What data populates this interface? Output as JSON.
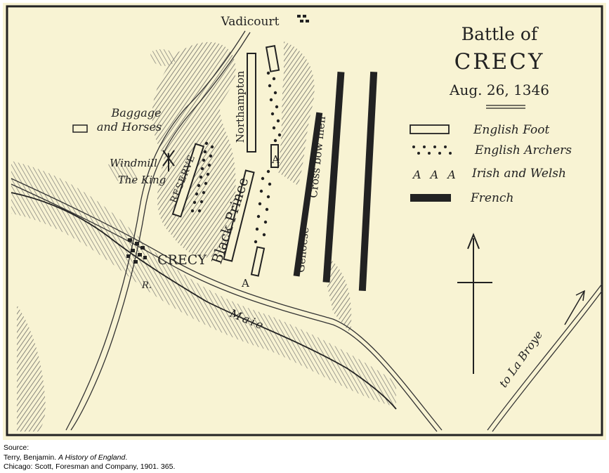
{
  "map": {
    "title_line1": "Battle of",
    "title_line2": "CRECY",
    "date": "Aug. 26, 1346",
    "places": {
      "vadicourt": "Vadicourt",
      "crecy": "CRECY",
      "la_broye": "to La Broye",
      "river_r": "R.",
      "river_maie": "Maie"
    },
    "units": {
      "baggage_line1": "Baggage",
      "baggage_line2": "and Horses",
      "windmill": "Windmill",
      "the_king": "The King",
      "reserve": "RESERVE",
      "black_prince": "Black Prince",
      "northampton": "Northampton",
      "genoese": "Genoese",
      "crossbowmen": "Cross bow men",
      "irish_a": "A"
    },
    "legend": {
      "english_foot": "English Foot",
      "english_archers": "English Archers",
      "irish_symbol": "A A A",
      "irish_welsh": "Irish and Welsh",
      "french": "French"
    },
    "colors": {
      "paper": "#f8f3d3",
      "ink": "#222222"
    }
  },
  "caption": {
    "line1": "Source:",
    "line2_author": "Terry, Benjamin. ",
    "line2_title": "A History of England",
    "line2_end": ".",
    "line3": "Chicago: Scott, Foresman and Company, 1901. 365."
  }
}
